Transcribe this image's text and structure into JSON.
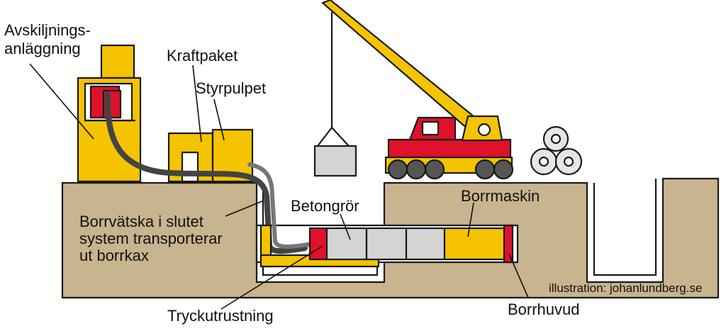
{
  "labels": {
    "separation_plant_line1": "Avskiljnings-",
    "separation_plant_line2": "anläggning",
    "power_pack": "Kraftpaket",
    "control_desk": "Styrpulpet",
    "drilling_fluid_line1": "Borrvätska i slutet",
    "drilling_fluid_line2": "system transporterar",
    "drilling_fluid_line3": "ut borrkax",
    "concrete_pipes": "Betongrör",
    "drilling_machine": "Borrmaskin",
    "jacking_equipment": "Tryckutrustning",
    "drill_head": "Borrhuvud"
  },
  "credit": "illustration: johanlundberg.se",
  "colors": {
    "ground": "#c8b48e",
    "machinery_yellow": "#f5c400",
    "machinery_red": "#e0112b",
    "pipe_grey": "#d4d4d4",
    "outline": "#1a1a1a"
  }
}
